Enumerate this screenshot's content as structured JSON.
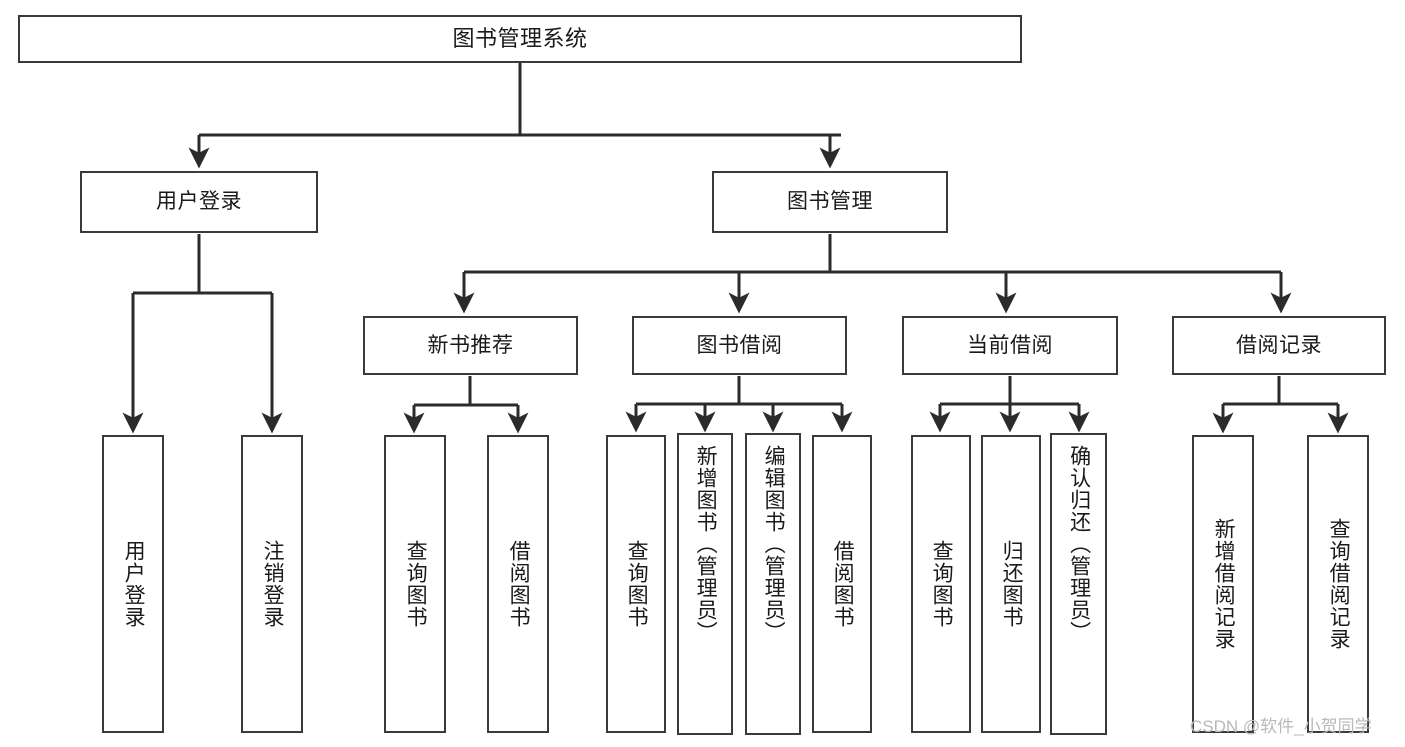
{
  "diagram": {
    "type": "tree",
    "title": "图书管理系统",
    "orientation": "top-down",
    "colors": {
      "box_border": "#3a3a3a",
      "box_fill": "#ffffff",
      "connector": "#2b2b2b",
      "text": "#1a1a1a",
      "watermark": "#b9b9b9",
      "background": "#ffffff"
    }
  },
  "root": {
    "label": "图书管理系统"
  },
  "level2": [
    {
      "label": "用户登录"
    },
    {
      "label": "图书管理"
    }
  ],
  "level3": [
    {
      "label": "新书推荐"
    },
    {
      "label": "图书借阅"
    },
    {
      "label": "当前借阅"
    },
    {
      "label": "借阅记录"
    }
  ],
  "leaves": {
    "user_login": [
      {
        "label": "用户登录"
      },
      {
        "label": "注销登录"
      }
    ],
    "new_book_recommend": [
      {
        "label": "查询图书"
      },
      {
        "label": "借阅图书"
      }
    ],
    "book_borrow": [
      {
        "label": "查询图书"
      },
      {
        "label": "新增图书（管理员）"
      },
      {
        "label": "编辑图书（管理员）"
      },
      {
        "label": "借阅图书"
      }
    ],
    "current_borrow": [
      {
        "label": "查询图书"
      },
      {
        "label": "归还图书"
      },
      {
        "label": "确认归还（管理员）"
      }
    ],
    "borrow_record": [
      {
        "label": "新增借阅记录"
      },
      {
        "label": "查询借阅记录"
      }
    ]
  },
  "watermark": {
    "text": "CSDN @软件_小贺同学"
  }
}
